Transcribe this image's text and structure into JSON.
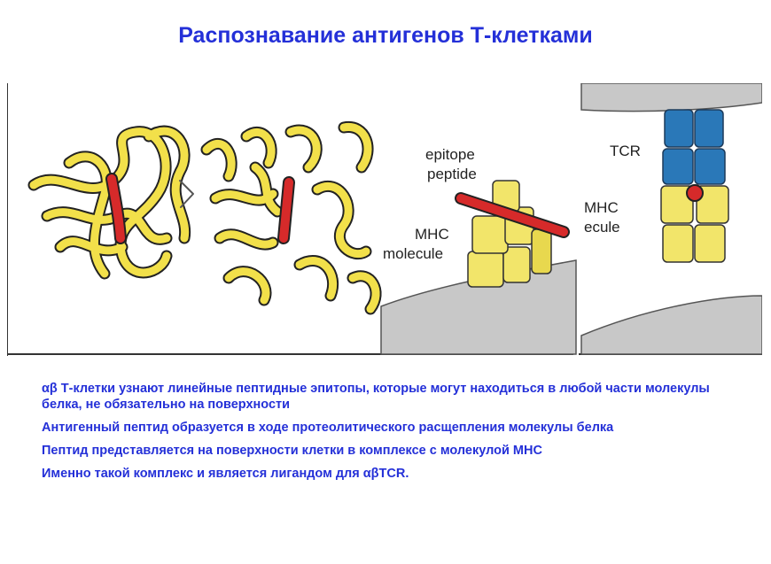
{
  "title": "Распознавание антигенов Т-клетками",
  "figure": {
    "labels": {
      "epitope": "epitope",
      "peptide": "peptide",
      "mhc": "MHC",
      "molecule": "molecule",
      "tcr": "TCR",
      "mhc_right": "MHC",
      "molecule_right_cut": "ecule"
    },
    "colors": {
      "coil": "#f2e04a",
      "coil_outline": "#222222",
      "epitope": "#d62a2a",
      "tcr": "#2a78b8",
      "mhc": "#f2e56a",
      "membrane": "#c8c8c8"
    }
  },
  "bullets": [
    "αβ Т-клетки узнают линейные пептидные эпитопы, которые могут находиться в любой части молекулы белка, не обязательно на поверхности",
    "Антигенный пептид образуется в ходе протеолитического расщепления молекулы белка",
    "Пептид представляется на поверхности клетки в комплексе с молекулой MHC",
    "Именно такой комплекс и является лигандом для αβTCR."
  ]
}
